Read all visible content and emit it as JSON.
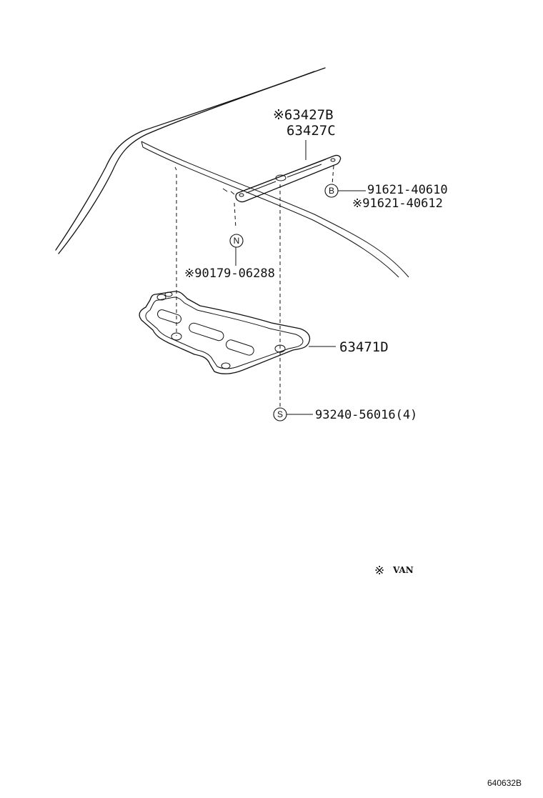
{
  "callouts": {
    "p63427b": "※63427B",
    "p63427c": "63427C",
    "p91621_40610": "91621-40610",
    "p91621_40612": "※91621-40612",
    "p90179_06288": "※90179-06288",
    "p63471d": "63471D",
    "p93240_56016": "93240-56016(4)"
  },
  "markers": {
    "b": "B",
    "n": "N",
    "s": "S"
  },
  "legend": {
    "symbol": "※",
    "text": "VAN"
  },
  "diagram_code": "640632B"
}
